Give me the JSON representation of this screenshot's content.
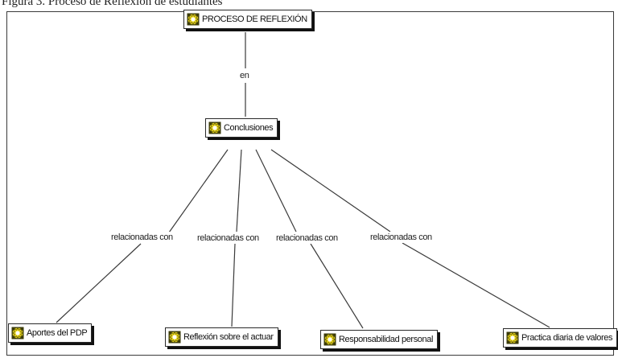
{
  "caption": "Figura 3. Proceso de Reflexion de estudiantes",
  "icon_name": "concept-node-icon",
  "colors": {
    "icon_border": "#3b3b0a",
    "icon_fill": "#e6d21a",
    "icon_center": "#ffffff"
  },
  "nodes": {
    "root": "PROCESO DE REFLEXIÓN",
    "conclusiones": "Conclusiones",
    "aportes": "Aportes del PDP",
    "reflexion": "Reflexión sobre el actuar",
    "responsabilidad": "Responsabilidad personal",
    "practica": "Practica diaria de valores"
  },
  "links": {
    "en": "en",
    "rel1": "relacionadas con",
    "rel2": "relacionadas con",
    "rel3": "relacionadas con",
    "rel4": "relacionadas con"
  }
}
